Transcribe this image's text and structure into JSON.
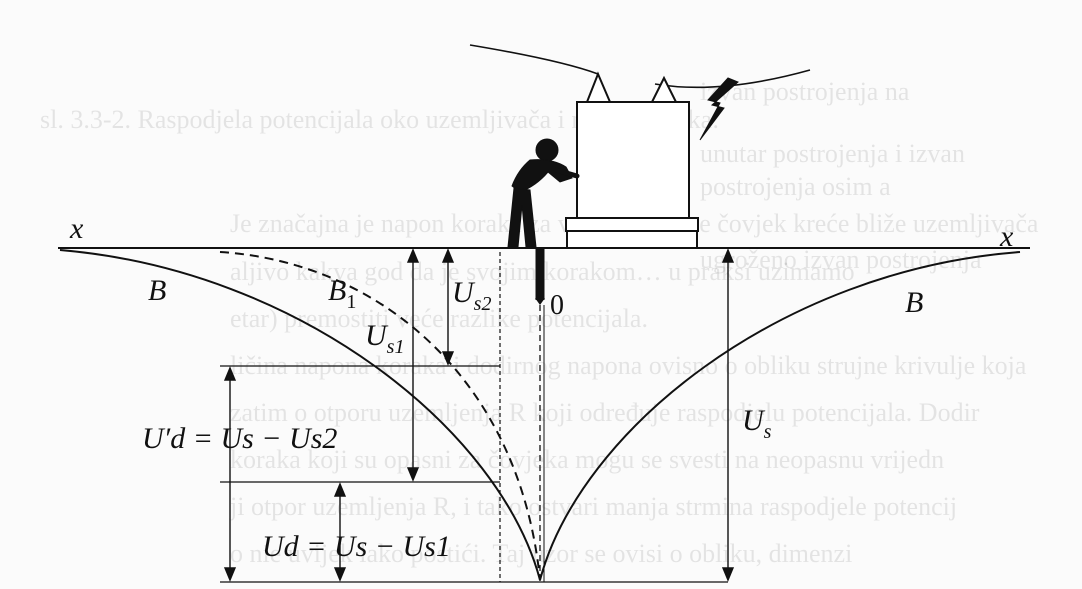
{
  "labels": {
    "x_left": "x",
    "x_right": "x",
    "b_left": "B",
    "b1": "B",
    "b1_sub": "1",
    "b_right": "B",
    "origin": "0",
    "us1": "U",
    "us1_sub": "s1",
    "us2": "U",
    "us2_sub": "s2",
    "us": "U",
    "us_sub": "s",
    "ud_prime_formula": "U′d = Us − Us2",
    "ud_formula": "Ud = Us − Us1"
  },
  "bleed_text": [
    "sl. 3.3-2. Raspodjela potencijala oko uzemljivača i napon koraka:",
    "izvan postrojenja na",
    "unutar postrojenja i izvan",
    "postrojenja osim a",
    "ugroženo izvan postrojenja",
    "Je značajna je napon koraka za vrijeme dok se čovjek kreće bliže uzemljivača",
    "aljivo kakva god da je svojim korakom… u praksi uzimamo",
    "etar) premostiti veće razlike potencijala.",
    "ličina napona koraka i dodirnog napona ovisno o obliku strujne krivulje koja",
    "zatim o otporu uzemljenja R koji određuje raspodjelu potencijala. Dodir",
    "koraka koji su opasni za čovjeka mogu se svesti na neopasnu vrijedn",
    "ji otpor uzemljenja R, i tako ostvari manja strmina raspodjele potencij",
    "o nie uvijek lako postići. Taj uzor se ovisi o obliku, dimenzi"
  ]
}
